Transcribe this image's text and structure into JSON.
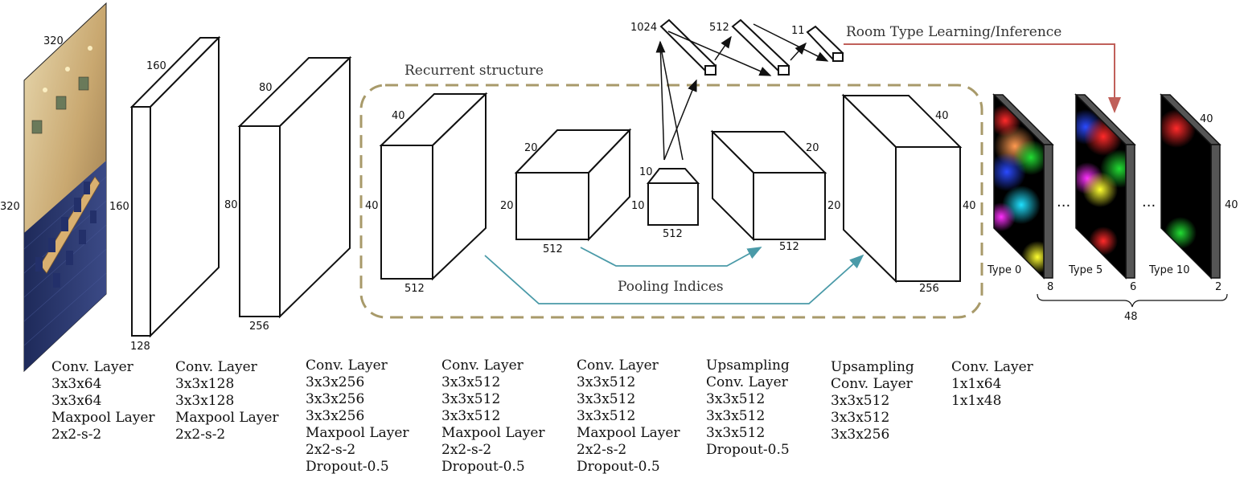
{
  "input_dims": {
    "width": "320",
    "height": "320"
  },
  "layers": [
    {
      "front_h": "160",
      "depth": "160",
      "width": "128"
    },
    {
      "front_h": "80",
      "depth": "80",
      "width": "256"
    }
  ],
  "recurrent": {
    "title": "Recurrent structure",
    "enc1": {
      "depth": "40",
      "front_h": "40",
      "side_h": "20",
      "width": "512"
    },
    "enc2": {
      "depth": "20",
      "width": "512",
      "side_h": "10"
    },
    "bottleneck": {
      "depth": "10",
      "width": "512"
    },
    "dec1": {
      "depth": "20",
      "width": "512",
      "front_h": "20"
    },
    "dec2": {
      "depth": "40",
      "width": "256",
      "front_h": "40"
    },
    "pooling_label": "Pooling Indices"
  },
  "fc": {
    "sizes": [
      "1024",
      "512",
      "11"
    ],
    "label": "Room Type Learning/Inference"
  },
  "outputs": {
    "maps": [
      {
        "type_label": "Type 0",
        "count": "8"
      },
      {
        "type_label": "Type 5",
        "count": "6"
      },
      {
        "type_label": "Type 10",
        "count": "2"
      }
    ],
    "ellipsis_1": "···",
    "ellipsis_2": "···",
    "dim_top": "40",
    "dim_side": "40",
    "total": "48"
  },
  "descriptions": [
    [
      "Conv. Layer",
      "3x3x64",
      "3x3x64",
      "Maxpool Layer",
      "2x2-s-2"
    ],
    [
      "Conv. Layer",
      "3x3x128",
      "3x3x128",
      "Maxpool Layer",
      "2x2-s-2"
    ],
    [
      "Conv. Layer",
      "3x3x256",
      "3x3x256",
      "3x3x256",
      "Maxpool Layer",
      "2x2-s-2",
      "Dropout-0.5"
    ],
    [
      "Conv. Layer",
      "3x3x512",
      "3x3x512",
      "3x3x512",
      "Maxpool Layer",
      "2x2-s-2",
      "Dropout-0.5"
    ],
    [
      "Conv. Layer",
      "3x3x512",
      "3x3x512",
      "3x3x512",
      "Maxpool Layer",
      "2x2-s-2",
      "Dropout-0.5"
    ],
    [
      "Upsampling",
      "Conv. Layer",
      "3x3x512",
      "3x3x512",
      "3x3x512",
      "Dropout-0.5"
    ],
    [
      "Upsampling",
      "Conv. Layer",
      "3x3x512",
      "3x3x512",
      "3x3x256"
    ],
    [
      "Conv. Layer",
      "1x1x64",
      "1x1x48"
    ]
  ],
  "colors": {
    "recurrent_border": "#a89a6a",
    "pooling_arrow": "#4a9aa8",
    "room_arrow": "#c0605a"
  }
}
